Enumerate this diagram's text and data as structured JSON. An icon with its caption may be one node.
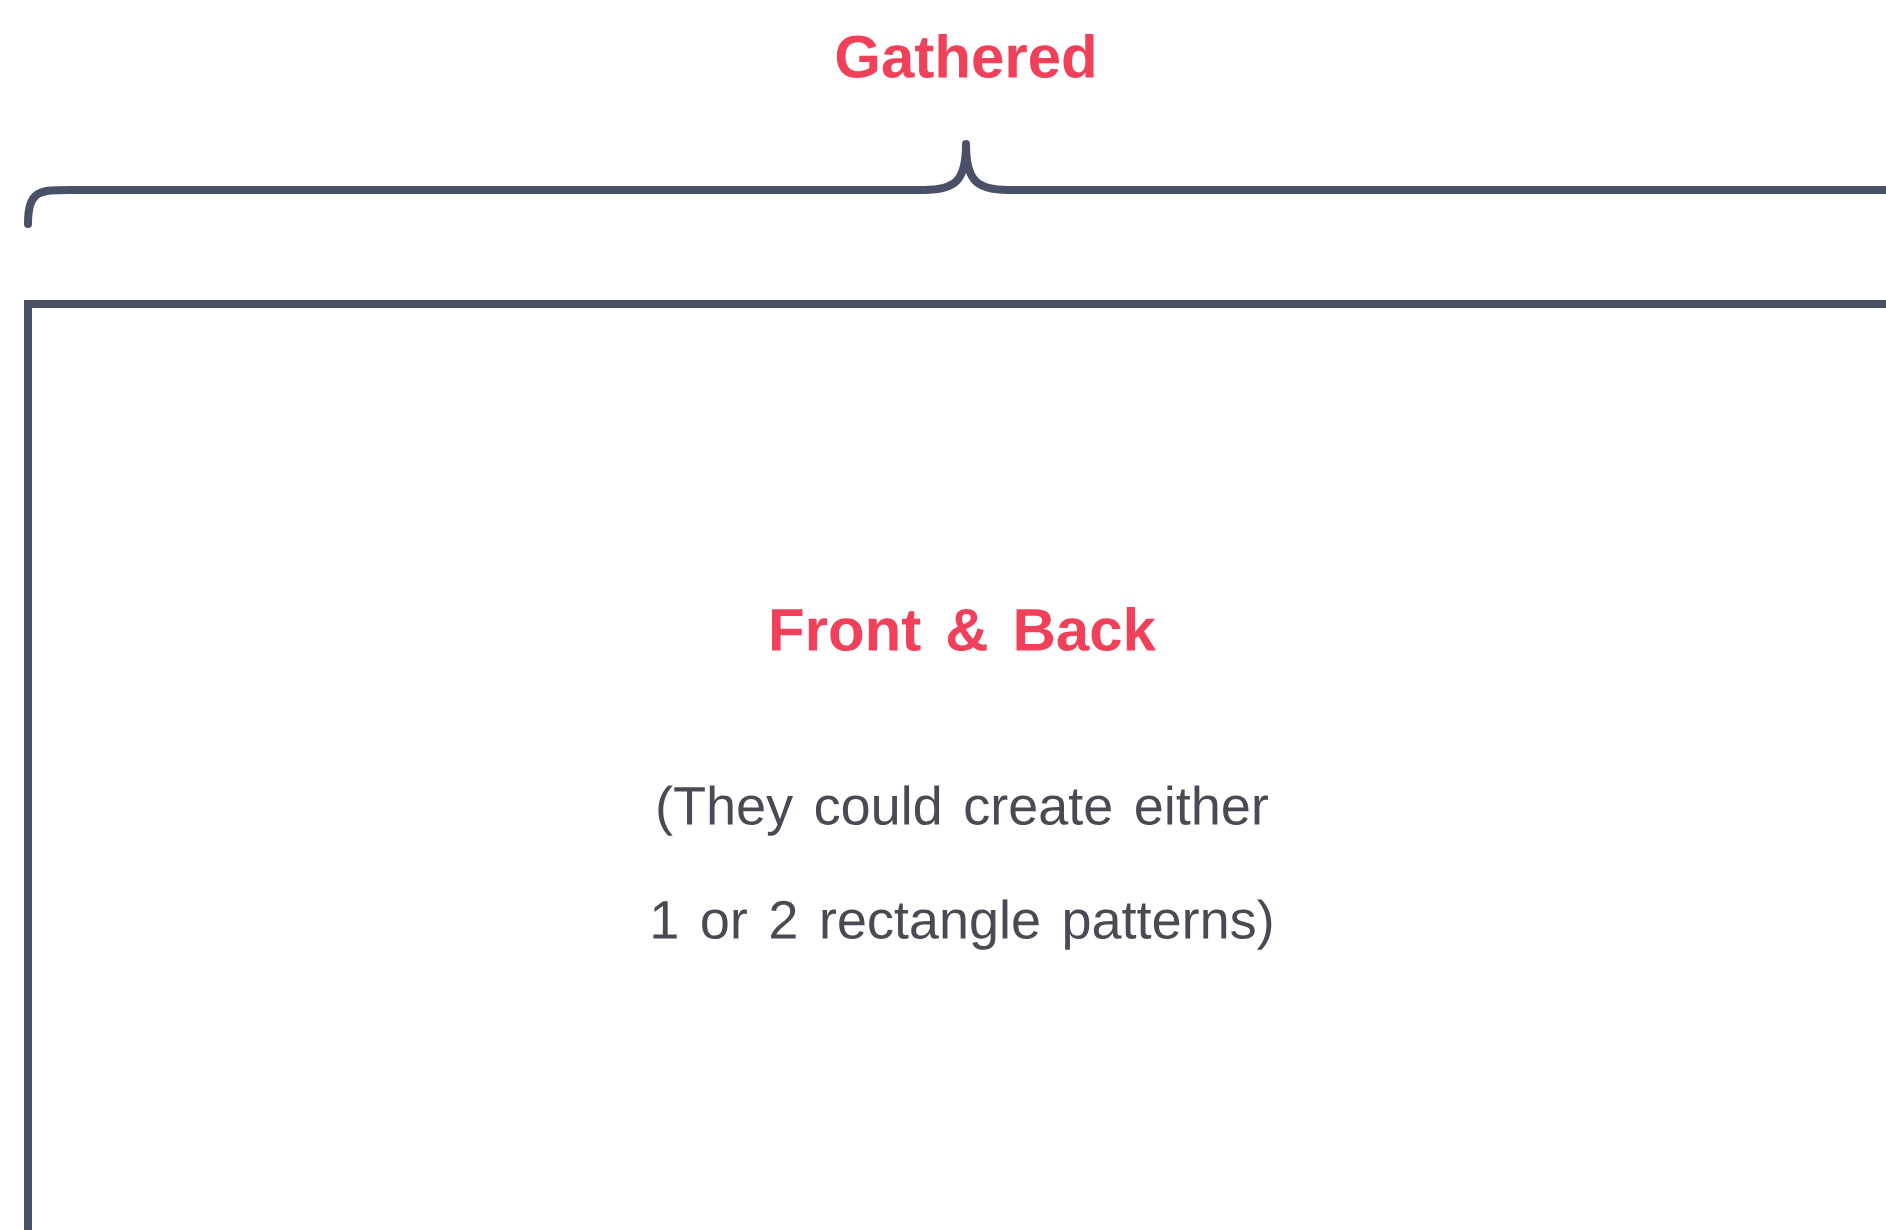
{
  "diagram": {
    "nodes": [
      {
        "text": [
          "Front & Back",
          "(They could create either 1 or 2 rectangle patterns)"
        ]
      }
    ],
    "labels": [
      "Gathered"
    ]
  }
}
